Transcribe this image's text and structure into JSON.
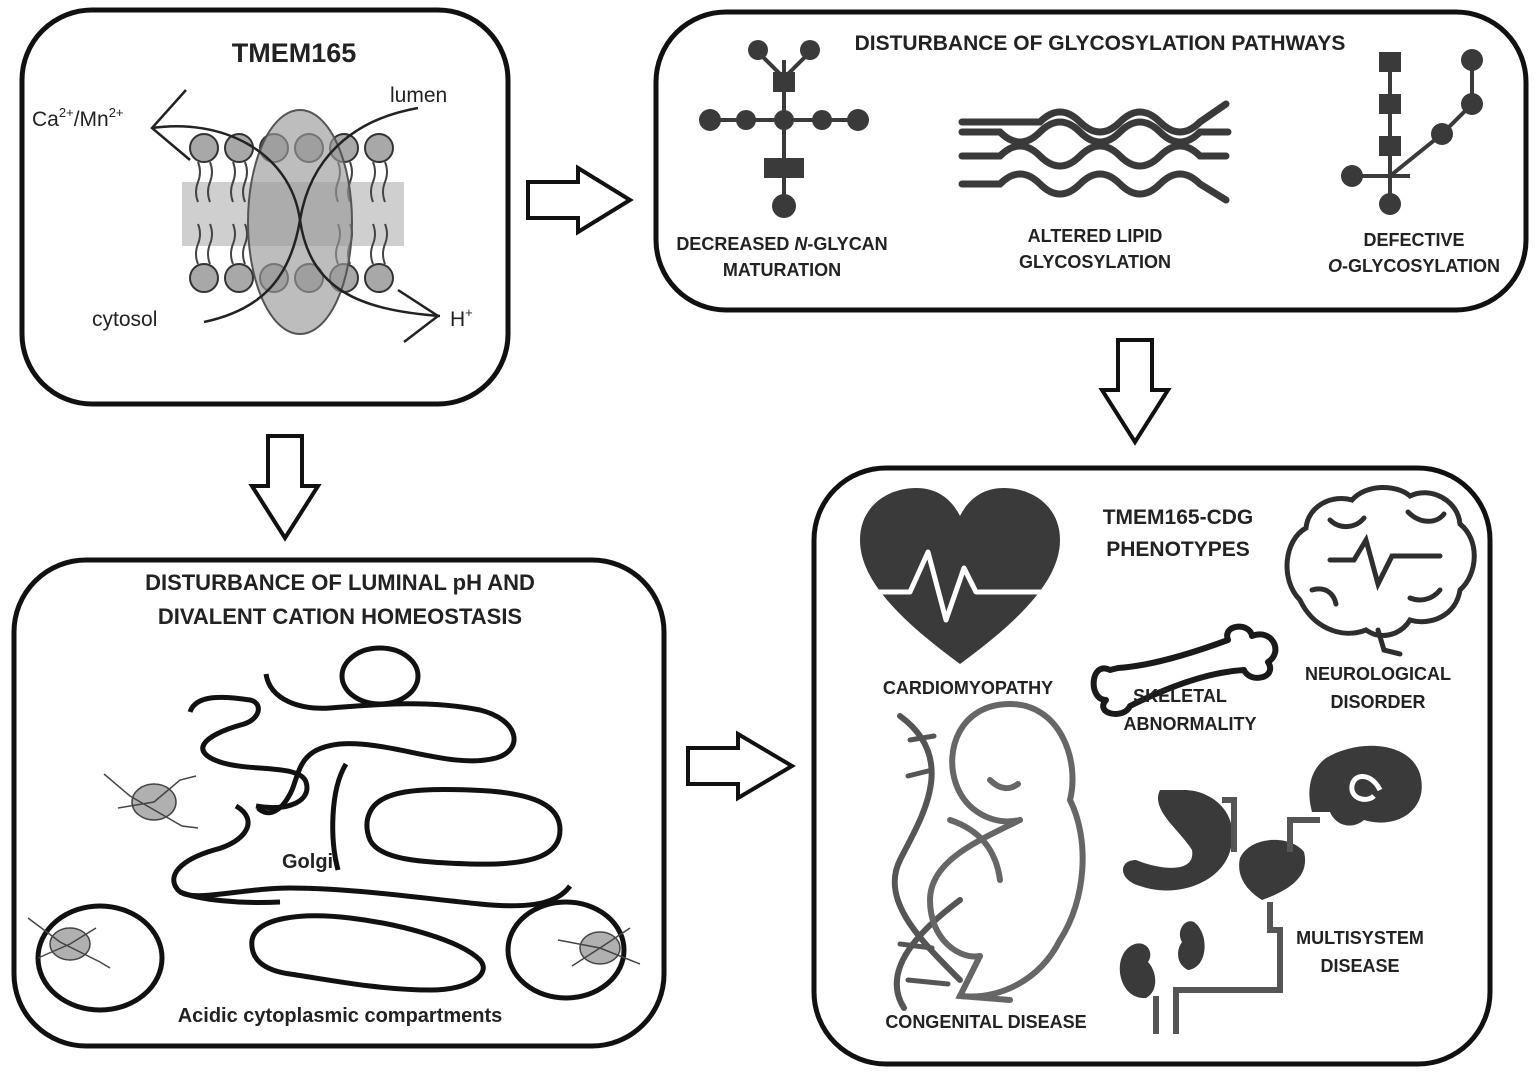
{
  "panel_tmem165": {
    "title": "TMEM165",
    "ions_in": "Ca",
    "ions_in_sup1": "2+",
    "ions_in_mid": "/Mn",
    "ions_in_sup2": "2+",
    "lumen": "lumen",
    "cytosol": "cytosol",
    "proton": "H",
    "proton_sup": "+"
  },
  "panel_glycosylation": {
    "title": "DISTURBANCE OF GLYCOSYLATION PATHWAYS",
    "n_glycan_line1_pre": "DECREASED ",
    "n_glycan_line1_italic": "N",
    "n_glycan_line1_post": "-GLYCAN",
    "n_glycan_line2": "MATURATION",
    "lipid_line1": "ALTERED LIPID",
    "lipid_line2": "GLYCOSYLATION",
    "o_glyco_line1": "DEFECTIVE",
    "o_glyco_line2_italic": "O",
    "o_glyco_line2_post": "-GLYCOSYLATION"
  },
  "panel_luminal": {
    "title_line1": "DISTURBANCE OF LUMINAL pH AND",
    "title_line2": "DIVALENT CATION HOMEOSTASIS",
    "golgi": "Golgi",
    "caption": "Acidic cytoplasmic compartments"
  },
  "panel_phenotypes": {
    "title_line1": "TMEM165-CDG",
    "title_line2": "PHENOTYPES",
    "cardio": "CARDIOMYOPATHY",
    "skeletal_line1": "SKELETAL",
    "skeletal_line2": "ABNORMALITY",
    "neuro_line1": "NEUROLOGICAL",
    "neuro_line2": "DISORDER",
    "congenital": "CONGENITAL DISEASE",
    "multi_line1": "MULTISYSTEM",
    "multi_line2": "DISEASE"
  }
}
